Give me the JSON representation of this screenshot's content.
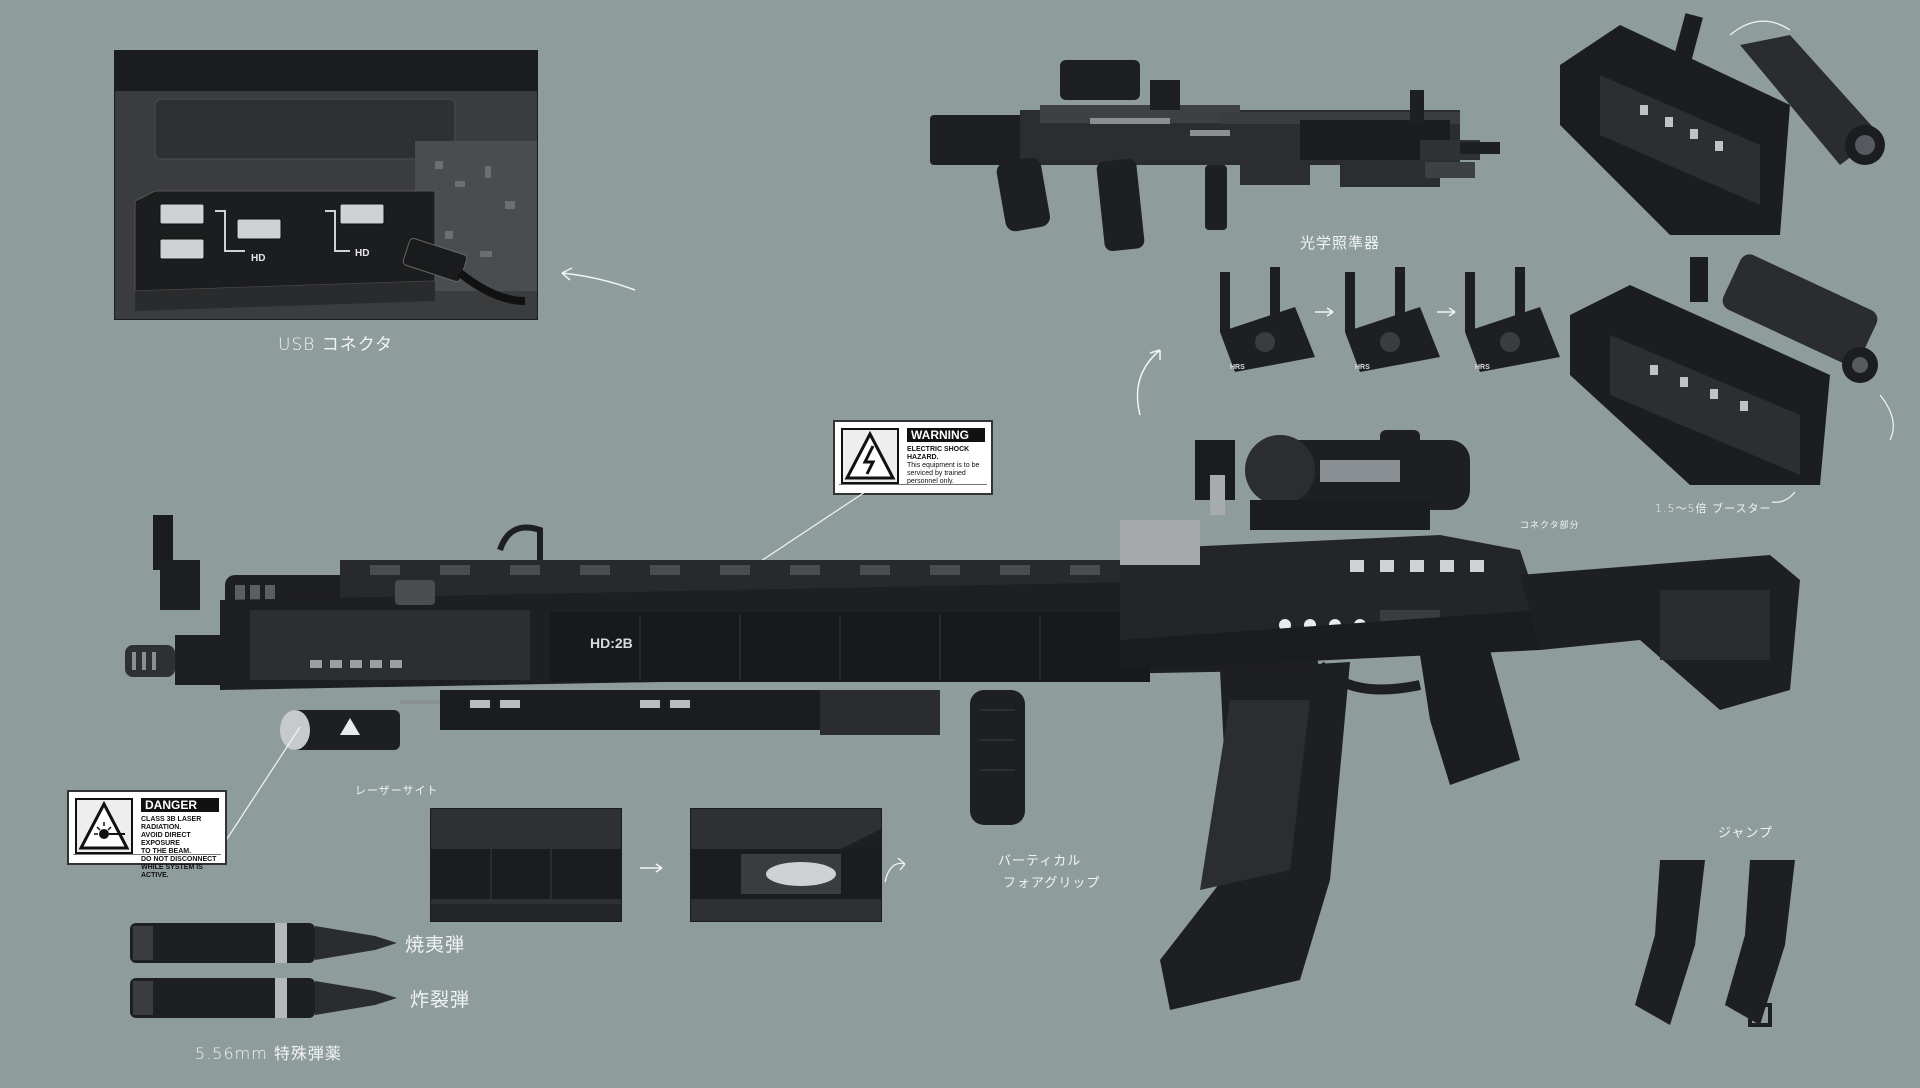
{
  "annotations": {
    "usb_connector": "USB コネクタ",
    "optical_sight": "光学照準器",
    "connector_arrow": "コネクタ部分",
    "booster": "1.5～5倍 ブースター",
    "laser_sight": "レーザーサイト",
    "vertical_foregrip_line1": "バーティカル",
    "vertical_foregrip_line2": "フォアグリップ",
    "magazine_jump": "ジャンプ",
    "round_incendiary": "焼夷弾",
    "round_explosive": "炸裂弾",
    "ammo_caption": "5.56mm 特殊弾薬"
  },
  "warning_label": {
    "header": "WARNING",
    "line1": "ELECTRIC SHOCK",
    "line2": "HAZARD.",
    "line3": "This equipment is to be",
    "line4": "serviced by trained",
    "line5": "personnel only."
  },
  "danger_label": {
    "header": "DANGER",
    "line1": "CLASS 3B LASER RADIATION.",
    "line2": "AVOID DIRECT EXPOSURE",
    "line3": "TO THE BEAM.",
    "line4": "DO NOT DISCONNECT",
    "line5": "WHILE SYSTEM IS ACTIVE."
  },
  "usb_panel": {
    "port_label_1": "HD",
    "port_label_2": "HD"
  },
  "rifle": {
    "model_marking": "HD:2B"
  },
  "sight_mounts": {
    "mount_marking": "HRS"
  },
  "colors": {
    "background": "#8f9c9c",
    "weapon_body": "#1e1f21",
    "weapon_highlight": "#4a4d50",
    "annotation_text": "#f2f4f4"
  }
}
